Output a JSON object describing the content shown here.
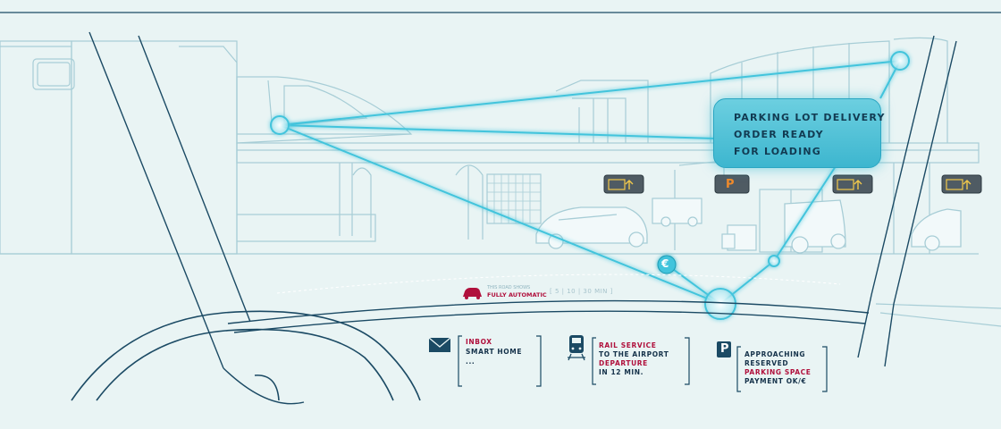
{
  "callout": {
    "line1": "PARKING LOT DELIVERY",
    "line2": "ORDER READY",
    "line3": "FOR LOADING"
  },
  "drive_mode": {
    "small": "THIS ROAD SHOWS",
    "mode": "FULLY AUTOMATIC",
    "bracket": "[ 5 | 10 | 30 MIN ]"
  },
  "inbox": {
    "title": "INBOX",
    "line2": "SMART HOME",
    "line3": "..."
  },
  "rail": {
    "line1": "RAIL SERVICE",
    "line2": "TO THE AIRPORT",
    "line3": "DEPARTURE",
    "line4": "IN 12 MIN."
  },
  "parking": {
    "icon_letter": "P",
    "line1": "APPROACHING",
    "line2": "RESERVED",
    "line3": "PARKING SPACE",
    "line4": "PAYMENT OK/€"
  },
  "signs": {
    "parking_letter": "P",
    "euro": "€"
  },
  "colors": {
    "line": "#9ccbd5",
    "dark": "#1b4a64",
    "glow": "#42c4dc",
    "accent_red": "#b0103c",
    "sign_orange": "#f08a2a"
  },
  "icons": [
    "mail-icon",
    "train-icon",
    "parking-icon",
    "car-icon",
    "charging-sign-icon",
    "euro-icon"
  ]
}
